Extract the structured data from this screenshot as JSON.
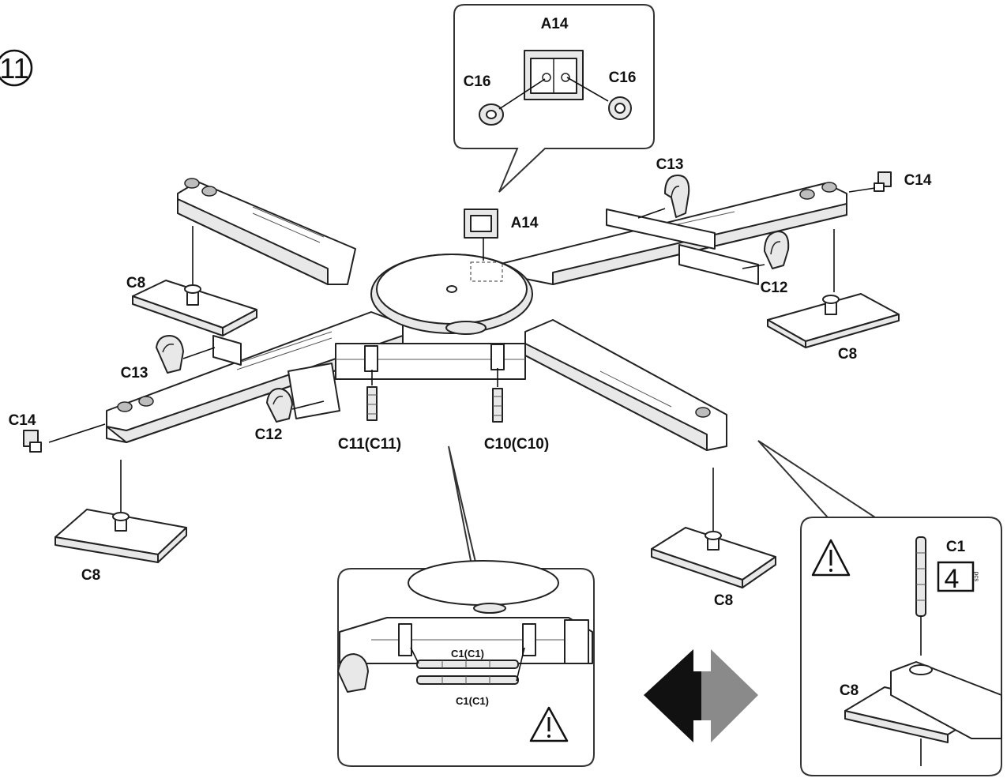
{
  "step_number": "11",
  "labels": {
    "a14_detail_title": "A14",
    "c16_left": "C16",
    "c16_right": "C16",
    "a14_main": "A14",
    "c13_top": "C13",
    "c14_right": "C14",
    "c12_right": "C12",
    "c8_right": "C8",
    "c8_top_left": "C8",
    "c13_left": "C13",
    "c14_left": "C14",
    "c12_left": "C12",
    "c11": "C11(C11)",
    "c10": "C10(C10)",
    "c8_bottom_left": "C8",
    "c8_bottom_mid": "C8",
    "c1_upper": "C1(C1)",
    "c1_lower": "C1(C1)",
    "c1_detail": "C1",
    "c1_qty": "4",
    "c1_qty_unit": "pcs",
    "c8_detail": "C8"
  },
  "icons": {
    "warning": "warning-triangle-icon",
    "arrows": "double-arrow-icon"
  }
}
